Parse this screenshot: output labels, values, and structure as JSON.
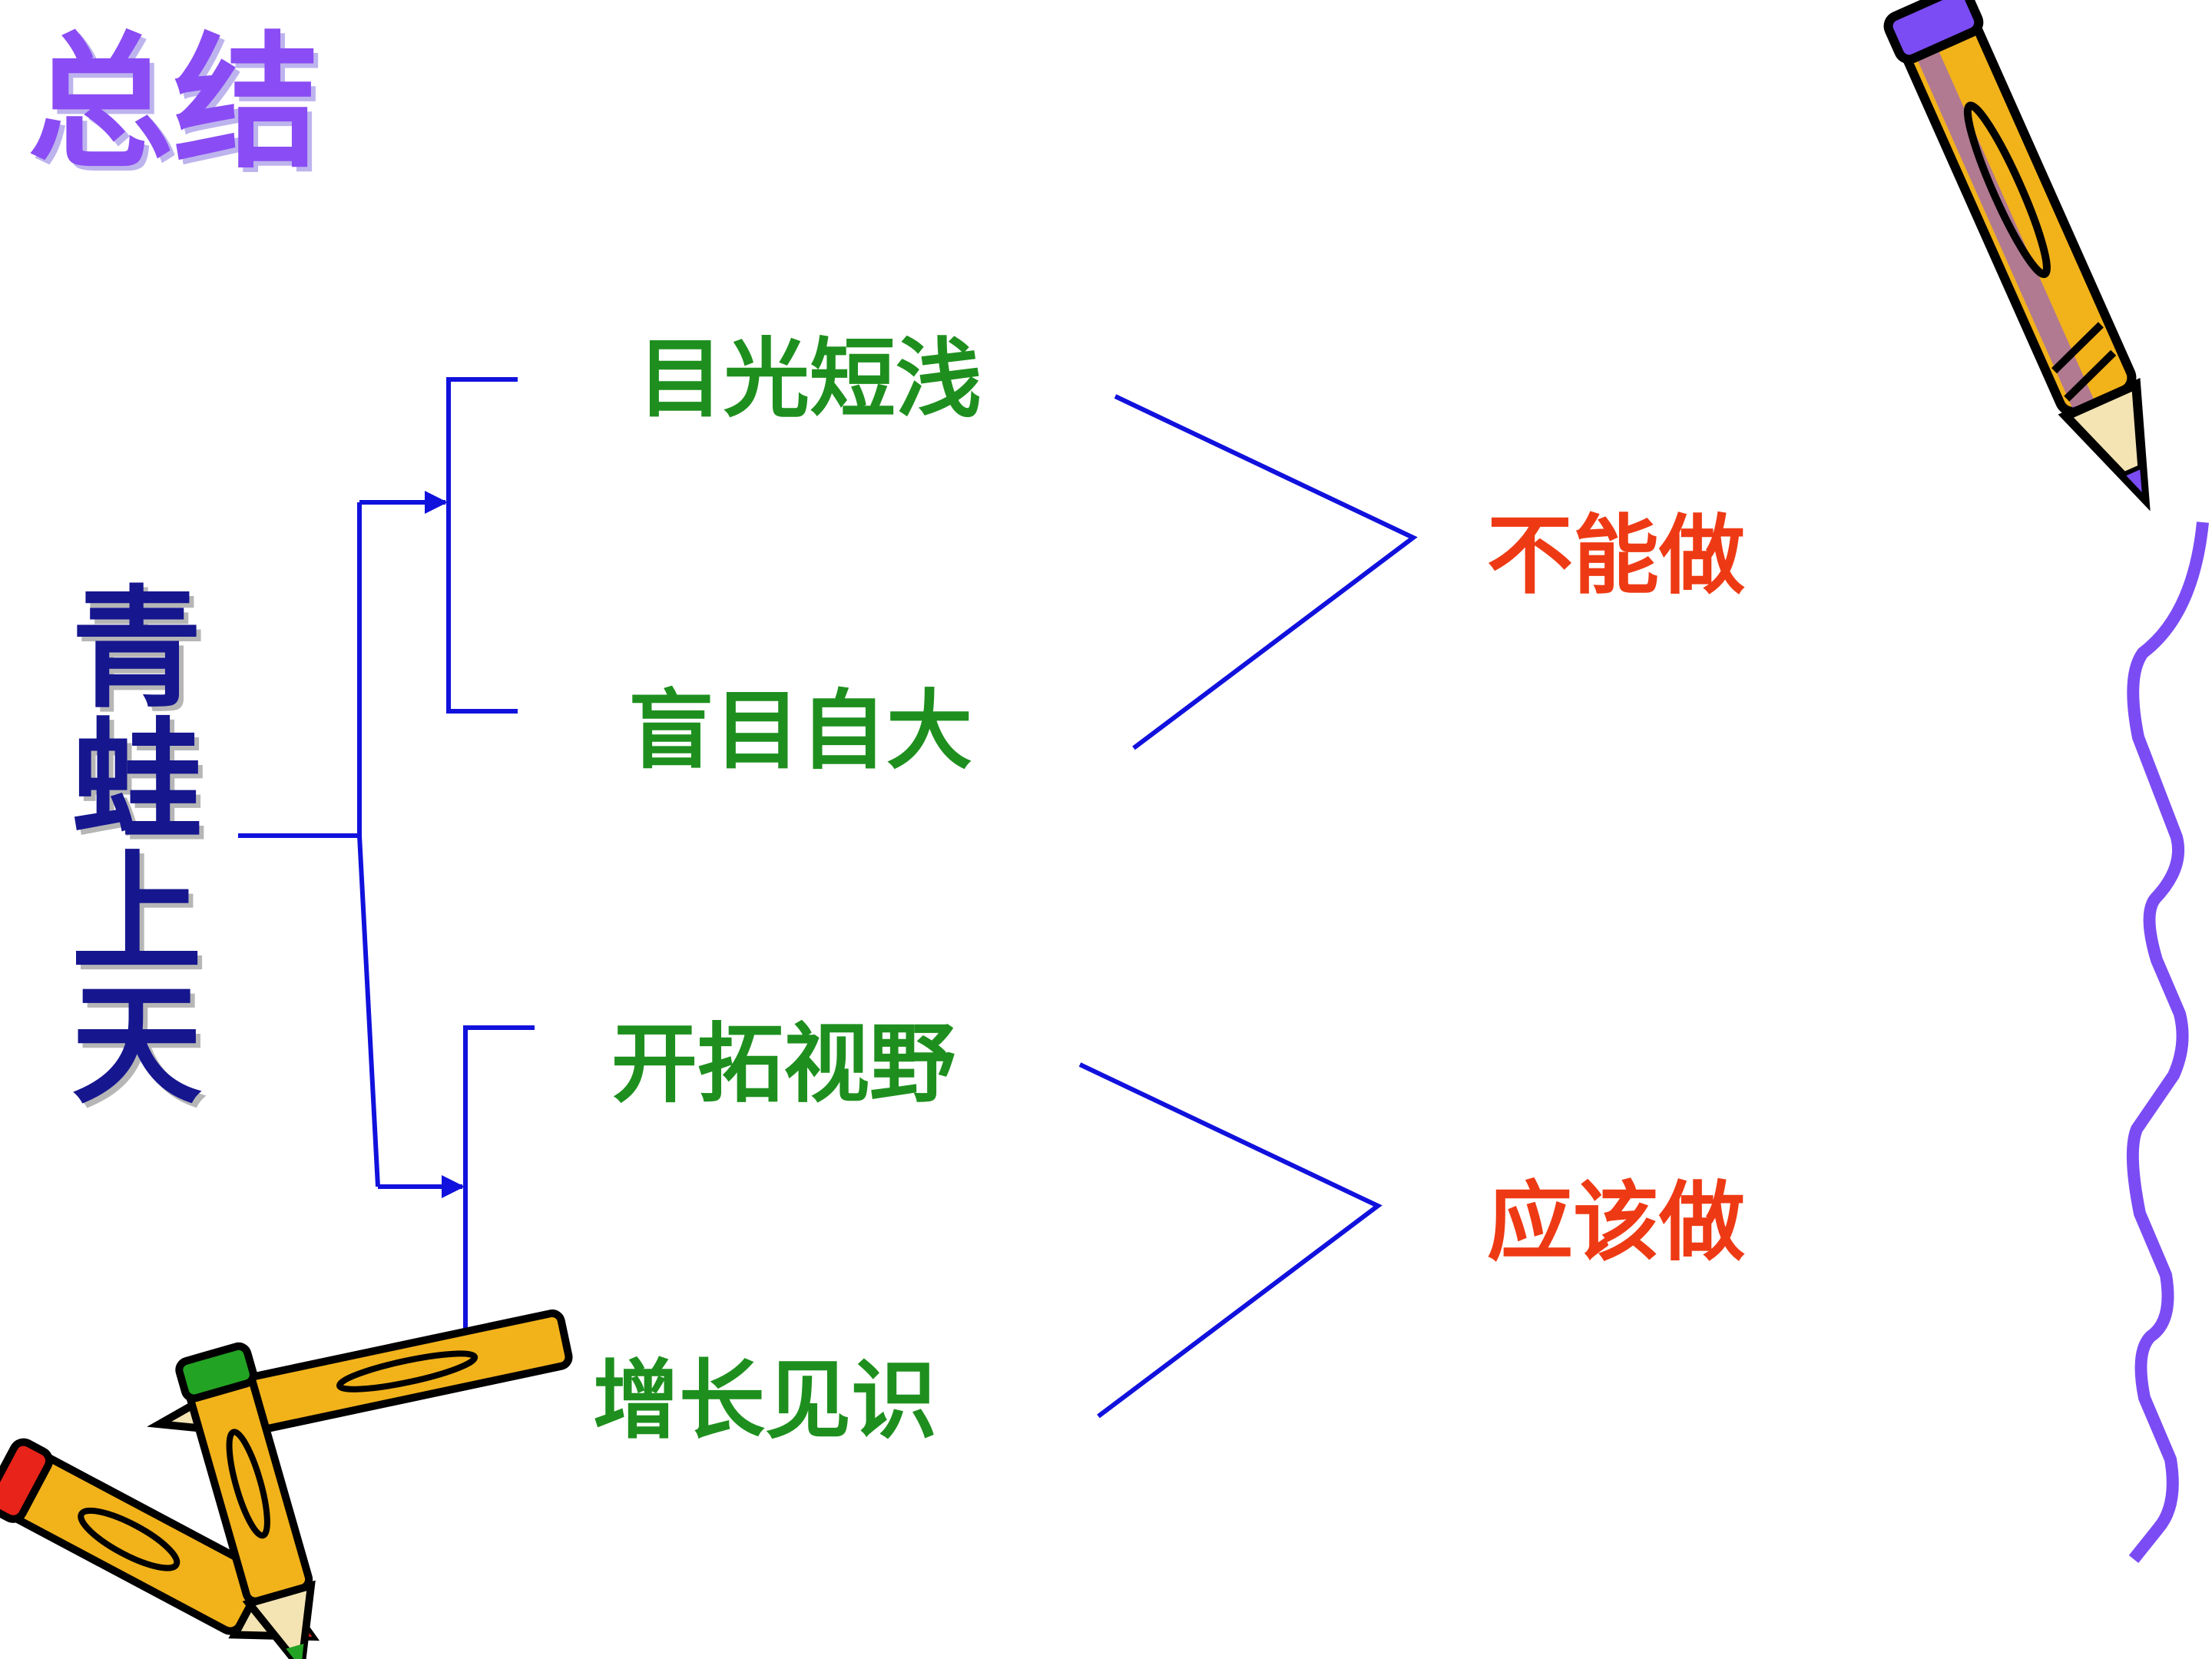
{
  "title": "总结",
  "subject": "青蛙上天",
  "branches": [
    {
      "items": [
        "目光短浅",
        "盲目自大"
      ],
      "result": "不能做"
    },
    {
      "items": [
        "开拓视野",
        "增长见识"
      ],
      "result": "应该做"
    }
  ],
  "colors": {
    "title": "#8a4cf4",
    "subject": "#16168f",
    "items": "#1e8f1e",
    "results": "#ee3a14",
    "lines": "#1111dd",
    "squiggle": "#7b4cf4",
    "pencil_body": "#f2b21a"
  },
  "icons": [
    "pencil-icon",
    "crossed-pencils-icon",
    "wavy-line-decoration"
  ]
}
